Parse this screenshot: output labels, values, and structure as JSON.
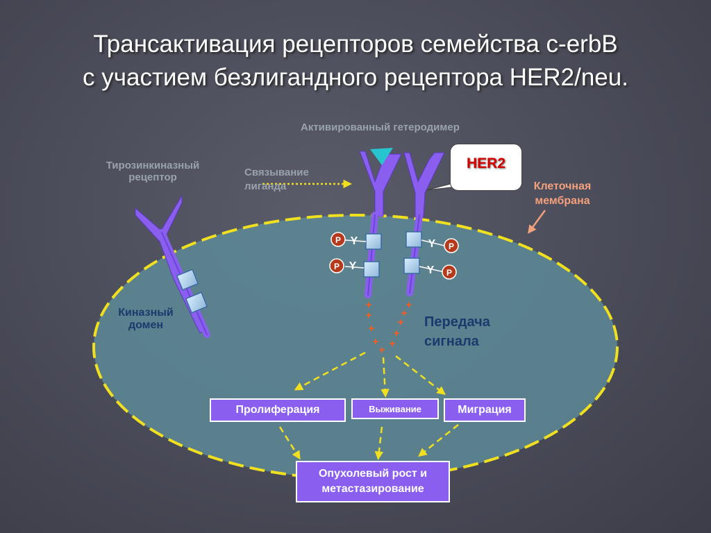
{
  "title": {
    "line1": "Трансактивация рецепторов семейства c-erbB",
    "line2": "с участием безлигандного рецептора HER2/neu."
  },
  "labels": {
    "activated_heterodimer": "Активированный гетеродимер",
    "tyrosine_kinase_receptor_1": "Тирозинкиназный",
    "tyrosine_kinase_receptor_2": "рецептор",
    "ligand_binding_1": "Связывание",
    "ligand_binding_2": "лиганда",
    "her2": "HER2",
    "cell_membrane_1": "Клеточная",
    "cell_membrane_2": "мембрана",
    "kinase_domain_1": "Киназный",
    "kinase_domain_2": "домен",
    "signal_transmission_1": "Передача",
    "signal_transmission_2": "сигнала",
    "phospho": "P",
    "tyrosine": "Y"
  },
  "outcomes": {
    "proliferation": "Пролиферация",
    "survival": "Выживание",
    "migration": "Миграция",
    "tumor_line1": "Опухолевый рост и",
    "tumor_line2": "метастазирование"
  },
  "colors": {
    "receptor": "#8a5ff0",
    "membrane_dash": "#f0e020",
    "cell_fill": "#5d8a96",
    "phospho": "#b53a1c",
    "ligand": "#27c6cf",
    "plus": "#ff5a1a"
  }
}
